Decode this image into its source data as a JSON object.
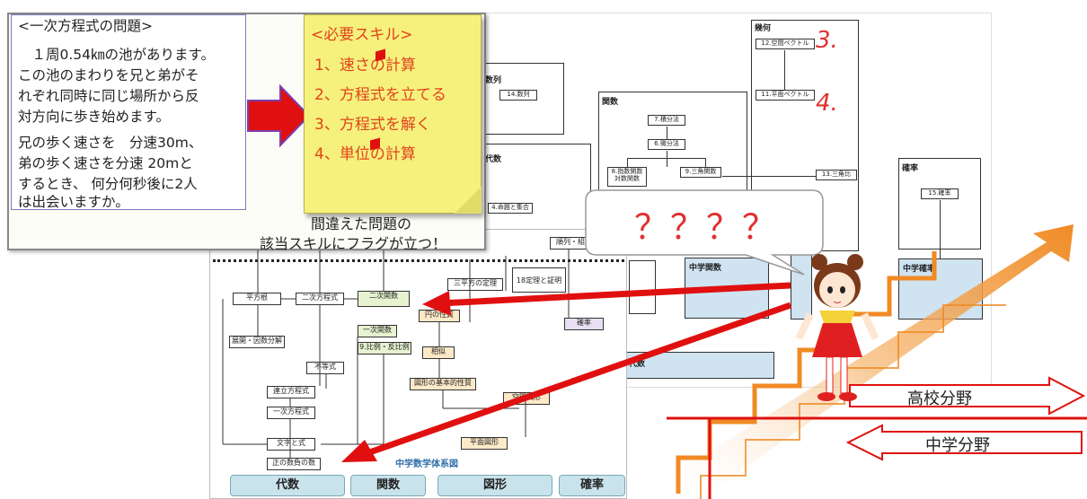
{
  "top_title": "進の … … (テスト ラ)",
  "problem": {
    "heading": "<一次方程式の問題>",
    "lines": [
      "　１周0.54㎞の池があります。",
      "この池のまわりを兄と弟がそ",
      "れぞれ同時に同じ場所から反",
      "対方向に歩き始めます。"
    ],
    "lines2": [
      "兄の歩く速さを　分速30m、",
      "弟の歩く速さを分速 20mと",
      "するとき、 何分何秒後に2人",
      "は出会いますか。"
    ]
  },
  "skills": {
    "heading": "<必要スキル>",
    "items": [
      "1、速さの計算",
      "2、方程式を立てる",
      "3、方程式を解く",
      "4、単位の計算"
    ]
  },
  "caption": [
    "間違えた問題の",
    "該当スキルにフラグが立つ！"
  ],
  "speech": "？？？？",
  "hs_diagram": {
    "kika": "幾何",
    "kansu": "関数",
    "kakuritsu": "確率",
    "suretsu": "数列",
    "daisu": "代数",
    "boxes": {
      "b12": "12.空間ベクトル",
      "b11": "11.平面ベクトル",
      "b7": "7.積分法",
      "b6": "6.微分法",
      "b8": "8.指数関数\n対数関数",
      "b9": "9.三角関数",
      "b13": "13.三角比",
      "b14": "14.数列",
      "b15": "15.確率",
      "b4": "4.命題と集合"
    },
    "num3": "3.",
    "num4": "4.",
    "chugaku_kansu": "中学関数",
    "chugaku_kakuritsu": "中学確率",
    "daisu_bottom": "代数"
  },
  "ms_diagram": {
    "title": "中学数学体系図",
    "bottom_cats": [
      "代数",
      "関数",
      "図形",
      "確率"
    ],
    "boxes": {
      "heihokon": "平方根",
      "nijihouteishiki": "二次方程式",
      "nijikansu": "二次関数",
      "sanheiho": "三平方の定理",
      "teiri": "18定理と証明",
      "suretsu": "順列・組み合わせ",
      "ennoseishitsu": "円の性質",
      "ichijikansu": "一次関数",
      "hireiHanpirei": "9.比例・反比例",
      "tenkai": "展開・因数分解",
      "futoushiki": "不等式",
      "soji": "相似",
      "kakuritsu": "確率",
      "renritsu": "連立方程式",
      "zukei_kihon": "図形の基本的性質",
      "kukanzukei": "空間図形",
      "ichijihouteishiki": "一次方程式",
      "mojitoshiki": "文字と式",
      "heimenzukei": "平面図形",
      "seifu": "正の数負の数"
    }
  },
  "levels": {
    "high": "高校分野",
    "middle": "中学分野"
  },
  "colors": {
    "red": "#e01010",
    "skill_text": "#e0431c",
    "note_yellow": "#f6f17c",
    "stair_orange": "#f08a24",
    "blue_block": "#cfe3f1"
  }
}
